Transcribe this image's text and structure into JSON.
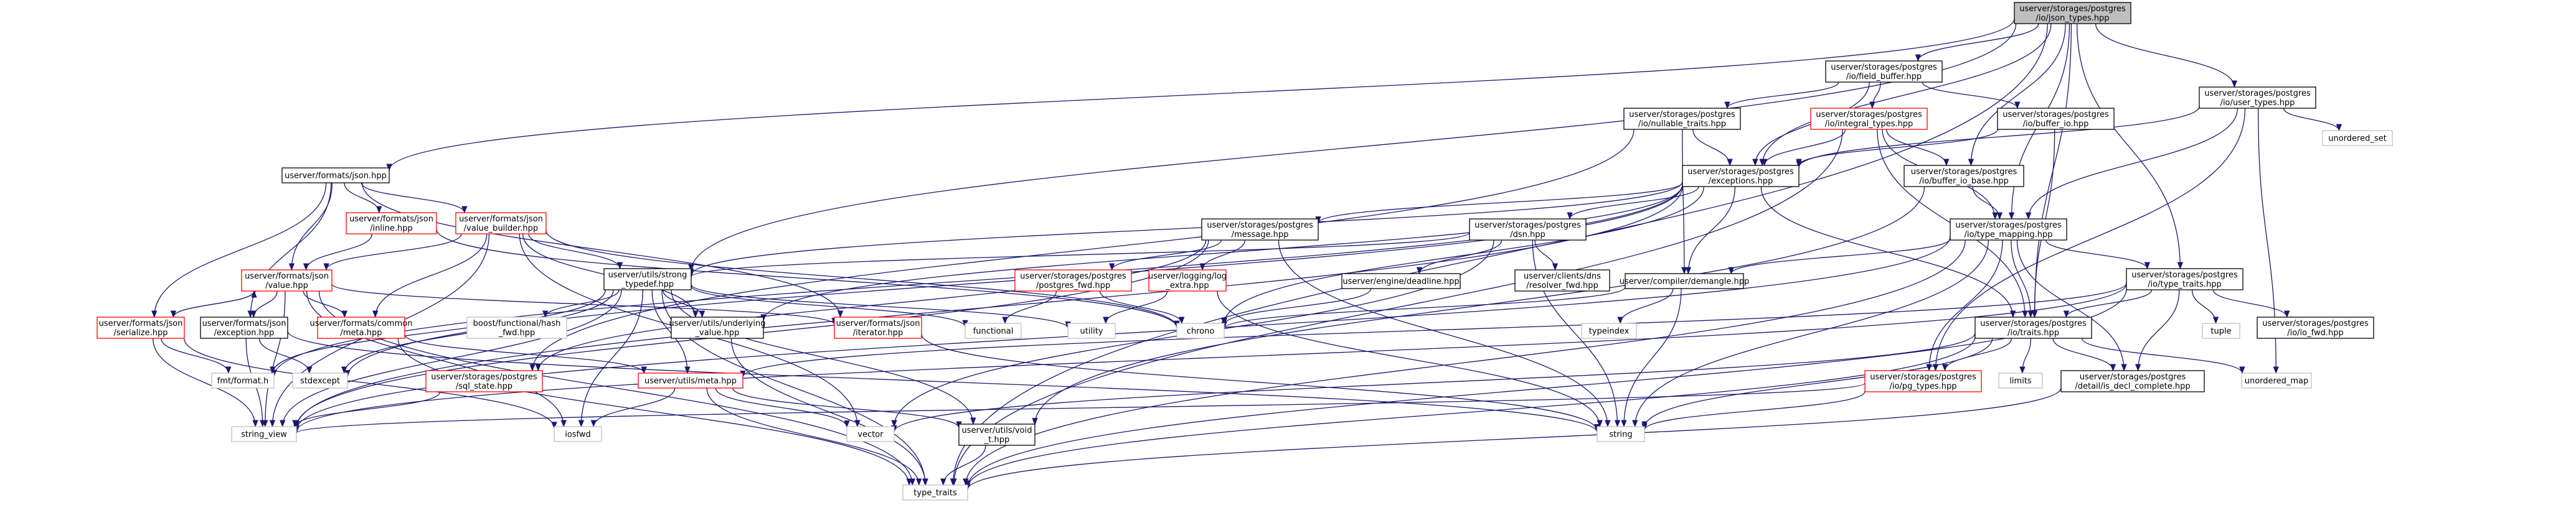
{
  "colors": {
    "edge": "#191970",
    "node_border": "#000000",
    "node_fill": "#ffffff",
    "node_red": "#ff0000",
    "node_gray": "#bfbfbf",
    "root_fill": "#bfbfbf",
    "text": "#000000"
  },
  "nodes": [
    {
      "id": "root",
      "lines": [
        "userver/storages/postgres",
        "/io/json_types.hpp"
      ],
      "style": "root"
    },
    {
      "id": "field_buffer",
      "lines": [
        "userver/storages/postgres",
        "/io/field_buffer.hpp"
      ],
      "style": "normal"
    },
    {
      "id": "user_types",
      "lines": [
        "userver/storages/postgres",
        "/io/user_types.hpp"
      ],
      "style": "normal"
    },
    {
      "id": "nullable_traits",
      "lines": [
        "userver/storages/postgres",
        "/io/nullable_traits.hpp"
      ],
      "style": "normal"
    },
    {
      "id": "integral_types",
      "lines": [
        "userver/storages/postgres",
        "/io/integral_types.hpp"
      ],
      "style": "red"
    },
    {
      "id": "buffer_io",
      "lines": [
        "userver/storages/postgres",
        "/io/buffer_io.hpp"
      ],
      "style": "normal"
    },
    {
      "id": "unordered_set",
      "lines": [
        "unordered_set"
      ],
      "style": "gray"
    },
    {
      "id": "formats_json",
      "lines": [
        "userver/formats/json.hpp"
      ],
      "style": "normal"
    },
    {
      "id": "exceptions",
      "lines": [
        "userver/storages/postgres",
        "/exceptions.hpp"
      ],
      "style": "normal"
    },
    {
      "id": "buffer_io_base",
      "lines": [
        "userver/storages/postgres",
        "/io/buffer_io_base.hpp"
      ],
      "style": "normal"
    },
    {
      "id": "json_inline",
      "lines": [
        "userver/formats/json",
        "/inline.hpp"
      ],
      "style": "red"
    },
    {
      "id": "value_builder",
      "lines": [
        "userver/formats/json",
        "/value_builder.hpp"
      ],
      "style": "red"
    },
    {
      "id": "message",
      "lines": [
        "userver/storages/postgres",
        "/message.hpp"
      ],
      "style": "normal"
    },
    {
      "id": "dsn",
      "lines": [
        "userver/storages/postgres",
        "/dsn.hpp"
      ],
      "style": "normal"
    },
    {
      "id": "type_mapping",
      "lines": [
        "userver/storages/postgres",
        "/io/type_mapping.hpp"
      ],
      "style": "normal"
    },
    {
      "id": "json_value",
      "lines": [
        "userver/formats/json",
        "/value.hpp"
      ],
      "style": "red"
    },
    {
      "id": "strong_typedef",
      "lines": [
        "userver/utils/strong",
        "_typedef.hpp"
      ],
      "style": "normal"
    },
    {
      "id": "postgres_fwd",
      "lines": [
        "userver/storages/postgres",
        "/postgres_fwd.hpp"
      ],
      "style": "red"
    },
    {
      "id": "log_extra",
      "lines": [
        "userver/logging/log",
        "_extra.hpp"
      ],
      "style": "red"
    },
    {
      "id": "deadline",
      "lines": [
        "userver/engine/deadline.hpp"
      ],
      "style": "normal"
    },
    {
      "id": "resolver_fwd",
      "lines": [
        "userver/clients/dns",
        "/resolver_fwd.hpp"
      ],
      "style": "normal"
    },
    {
      "id": "demangle",
      "lines": [
        "userver/compiler/demangle.hpp"
      ],
      "style": "normal"
    },
    {
      "id": "pg_type_traits",
      "lines": [
        "userver/storages/postgres",
        "/io/type_traits.hpp"
      ],
      "style": "normal"
    },
    {
      "id": "json_serialize",
      "lines": [
        "userver/formats/json",
        "/serialize.hpp"
      ],
      "style": "red"
    },
    {
      "id": "json_exception",
      "lines": [
        "userver/formats/json",
        "/exception.hpp"
      ],
      "style": "normal"
    },
    {
      "id": "formats_common_meta",
      "lines": [
        "userver/formats/common",
        "/meta.hpp"
      ],
      "style": "red"
    },
    {
      "id": "boost_hash",
      "lines": [
        "boost/functional/hash",
        "_fwd.hpp"
      ],
      "style": "gray"
    },
    {
      "id": "utils_underlying",
      "lines": [
        "userver/utils/underlying",
        "_value.hpp"
      ],
      "style": "normal"
    },
    {
      "id": "json_iterator",
      "lines": [
        "userver/formats/json",
        "/iterator.hpp"
      ],
      "style": "red"
    },
    {
      "id": "functional",
      "lines": [
        "functional"
      ],
      "style": "gray"
    },
    {
      "id": "utility",
      "lines": [
        "utility"
      ],
      "style": "gray"
    },
    {
      "id": "chrono",
      "lines": [
        "chrono"
      ],
      "style": "gray"
    },
    {
      "id": "typeindex",
      "lines": [
        "typeindex"
      ],
      "style": "gray"
    },
    {
      "id": "io_traits",
      "lines": [
        "userver/storages/postgres",
        "/io/traits.hpp"
      ],
      "style": "normal"
    },
    {
      "id": "tuple",
      "lines": [
        "tuple"
      ],
      "style": "gray"
    },
    {
      "id": "io_fwd",
      "lines": [
        "userver/storages/postgres",
        "/io/io_fwd.hpp"
      ],
      "style": "normal"
    },
    {
      "id": "sql_state",
      "lines": [
        "userver/storages/postgres",
        "/sql_state.hpp"
      ],
      "style": "red"
    },
    {
      "id": "utils_meta",
      "lines": [
        "userver/utils/meta.hpp"
      ],
      "style": "red"
    },
    {
      "id": "pq_types",
      "lines": [
        "userver/storages/postgres",
        "/io/pg_types.hpp"
      ],
      "style": "red"
    },
    {
      "id": "limits",
      "lines": [
        "limits"
      ],
      "style": "gray"
    },
    {
      "id": "is_decl_complete",
      "lines": [
        "userver/storages/postgres",
        "/detail/is_decl_complete.hpp"
      ],
      "style": "normal"
    },
    {
      "id": "unordered_map",
      "lines": [
        "unordered_map"
      ],
      "style": "gray"
    },
    {
      "id": "fmt_format",
      "lines": [
        "fmt/format.h"
      ],
      "style": "gray"
    },
    {
      "id": "stdexcept",
      "lines": [
        "stdexcept"
      ],
      "style": "gray"
    },
    {
      "id": "string_view",
      "lines": [
        "string_view"
      ],
      "style": "gray"
    },
    {
      "id": "iosfwd",
      "lines": [
        "iosfwd"
      ],
      "style": "gray"
    },
    {
      "id": "vector",
      "lines": [
        "vector"
      ],
      "style": "gray"
    },
    {
      "id": "void_t",
      "lines": [
        "userver/utils/void",
        "_t.hpp"
      ],
      "style": "normal"
    },
    {
      "id": "string",
      "lines": [
        "string"
      ],
      "style": "gray"
    },
    {
      "id": "type_traits",
      "lines": [
        "type_traits"
      ],
      "style": "gray"
    }
  ],
  "edges": [
    [
      "root",
      "field_buffer"
    ],
    [
      "root",
      "user_types"
    ],
    [
      "root",
      "exceptions"
    ],
    [
      "root",
      "formats_json"
    ],
    [
      "root",
      "type_mapping"
    ],
    [
      "root",
      "buffer_io_base"
    ],
    [
      "root",
      "io_traits"
    ],
    [
      "root",
      "pg_type_traits"
    ],
    [
      "root",
      "strong_typedef"
    ],
    [
      "root",
      "type_traits"
    ],
    [
      "field_buffer",
      "nullable_traits"
    ],
    [
      "field_buffer",
      "integral_types"
    ],
    [
      "field_buffer",
      "buffer_io"
    ],
    [
      "field_buffer",
      "exceptions"
    ],
    [
      "nullable_traits",
      "exceptions"
    ],
    [
      "nullable_traits",
      "demangle"
    ],
    [
      "nullable_traits",
      "sql_state"
    ],
    [
      "integral_types",
      "exceptions"
    ],
    [
      "integral_types",
      "buffer_io_base"
    ],
    [
      "integral_types",
      "type_mapping"
    ],
    [
      "integral_types",
      "io_traits"
    ],
    [
      "integral_types",
      "type_traits"
    ],
    [
      "buffer_io",
      "exceptions"
    ],
    [
      "buffer_io",
      "io_traits"
    ],
    [
      "user_types",
      "exceptions"
    ],
    [
      "user_types",
      "unordered_set"
    ],
    [
      "user_types",
      "type_mapping"
    ],
    [
      "user_types",
      "unordered_map"
    ],
    [
      "user_types",
      "pq_types"
    ],
    [
      "formats_json",
      "json_inline"
    ],
    [
      "formats_json",
      "value_builder"
    ],
    [
      "formats_json",
      "json_value"
    ],
    [
      "formats_json",
      "json_serialize"
    ],
    [
      "formats_json",
      "json_exception"
    ],
    [
      "formats_json",
      "json_iterator"
    ],
    [
      "exceptions",
      "message"
    ],
    [
      "exceptions",
      "dsn"
    ],
    [
      "exceptions",
      "demangle"
    ],
    [
      "exceptions",
      "io_traits"
    ],
    [
      "exceptions",
      "strong_typedef"
    ],
    [
      "exceptions",
      "utils_underlying"
    ],
    [
      "exceptions",
      "stdexcept"
    ],
    [
      "exceptions",
      "string_view"
    ],
    [
      "exceptions",
      "chrono"
    ],
    [
      "exceptions",
      "fmt_format"
    ],
    [
      "buffer_io_base",
      "type_mapping"
    ],
    [
      "buffer_io_base",
      "void_t"
    ],
    [
      "json_inline",
      "json_value"
    ],
    [
      "json_inline",
      "chrono"
    ],
    [
      "value_builder",
      "json_value"
    ],
    [
      "value_builder",
      "strong_typedef"
    ],
    [
      "value_builder",
      "formats_common_meta"
    ],
    [
      "value_builder",
      "utils_underlying"
    ],
    [
      "value_builder",
      "chrono"
    ],
    [
      "value_builder",
      "string_view"
    ],
    [
      "value_builder",
      "vector"
    ],
    [
      "message",
      "postgres_fwd"
    ],
    [
      "message",
      "log_extra"
    ],
    [
      "message",
      "sql_state"
    ],
    [
      "message",
      "string"
    ],
    [
      "message",
      "string_view"
    ],
    [
      "dsn",
      "strong_typedef"
    ],
    [
      "dsn",
      "deadline"
    ],
    [
      "dsn",
      "resolver_fwd"
    ],
    [
      "dsn",
      "string"
    ],
    [
      "dsn",
      "vector"
    ],
    [
      "type_mapping",
      "demangle"
    ],
    [
      "type_mapping",
      "pg_type_traits"
    ],
    [
      "type_mapping",
      "io_traits"
    ],
    [
      "type_mapping",
      "pq_types"
    ],
    [
      "type_mapping",
      "is_decl_complete"
    ],
    [
      "type_mapping",
      "string"
    ],
    [
      "type_mapping",
      "type_traits"
    ],
    [
      "type_mapping",
      "string_view"
    ],
    [
      "json_value",
      "json_serialize"
    ],
    [
      "json_value",
      "json_exception"
    ],
    [
      "json_value",
      "formats_common_meta"
    ],
    [
      "json_value",
      "json_iterator"
    ],
    [
      "json_value",
      "string_view"
    ],
    [
      "json_value",
      "iosfwd"
    ],
    [
      "json_value",
      "type_traits"
    ],
    [
      "strong_typedef",
      "boost_hash"
    ],
    [
      "strong_typedef",
      "utils_underlying"
    ],
    [
      "strong_typedef",
      "utils_meta"
    ],
    [
      "strong_typedef",
      "functional"
    ],
    [
      "strong_typedef",
      "utility"
    ],
    [
      "strong_typedef",
      "fmt_format"
    ],
    [
      "strong_typedef",
      "iosfwd"
    ],
    [
      "strong_typedef",
      "string_view"
    ],
    [
      "strong_typedef",
      "type_traits"
    ],
    [
      "strong_typedef",
      "void_t"
    ],
    [
      "strong_typedef",
      "stdexcept"
    ],
    [
      "postgres_fwd",
      "functional"
    ],
    [
      "postgres_fwd",
      "chrono"
    ],
    [
      "log_extra",
      "utility"
    ],
    [
      "log_extra",
      "string"
    ],
    [
      "deadline",
      "chrono"
    ],
    [
      "demangle",
      "typeindex"
    ],
    [
      "demangle",
      "string"
    ],
    [
      "demangle",
      "chrono"
    ],
    [
      "pg_type_traits",
      "io_traits"
    ],
    [
      "pg_type_traits",
      "tuple"
    ],
    [
      "pg_type_traits",
      "io_fwd"
    ],
    [
      "pg_type_traits",
      "is_decl_complete"
    ],
    [
      "pg_type_traits",
      "utils_meta"
    ],
    [
      "pg_type_traits",
      "type_traits"
    ],
    [
      "pg_type_traits",
      "string_view"
    ],
    [
      "json_serialize",
      "json_value"
    ],
    [
      "json_serialize",
      "fmt_format"
    ],
    [
      "json_serialize",
      "string_view"
    ],
    [
      "json_serialize",
      "iosfwd"
    ],
    [
      "json_exception",
      "stdexcept"
    ],
    [
      "json_exception",
      "string"
    ],
    [
      "json_exception",
      "string_view"
    ],
    [
      "formats_common_meta",
      "utils_meta"
    ],
    [
      "formats_common_meta",
      "type_traits"
    ],
    [
      "utils_underlying",
      "type_traits"
    ],
    [
      "json_iterator",
      "string"
    ],
    [
      "io_traits",
      "limits"
    ],
    [
      "io_traits",
      "is_decl_complete"
    ],
    [
      "io_traits",
      "pq_types"
    ],
    [
      "io_traits",
      "unordered_map"
    ],
    [
      "io_traits",
      "type_traits"
    ],
    [
      "io_traits",
      "string"
    ],
    [
      "io_traits",
      "vector"
    ],
    [
      "sql_state",
      "string_view"
    ],
    [
      "utils_meta",
      "iosfwd"
    ],
    [
      "utils_meta",
      "vector"
    ],
    [
      "utils_meta",
      "void_t"
    ],
    [
      "utils_meta",
      "type_traits"
    ],
    [
      "pq_types",
      "string"
    ],
    [
      "pq_types",
      "string_view"
    ],
    [
      "is_decl_complete",
      "type_traits"
    ],
    [
      "void_t",
      "type_traits"
    ]
  ]
}
